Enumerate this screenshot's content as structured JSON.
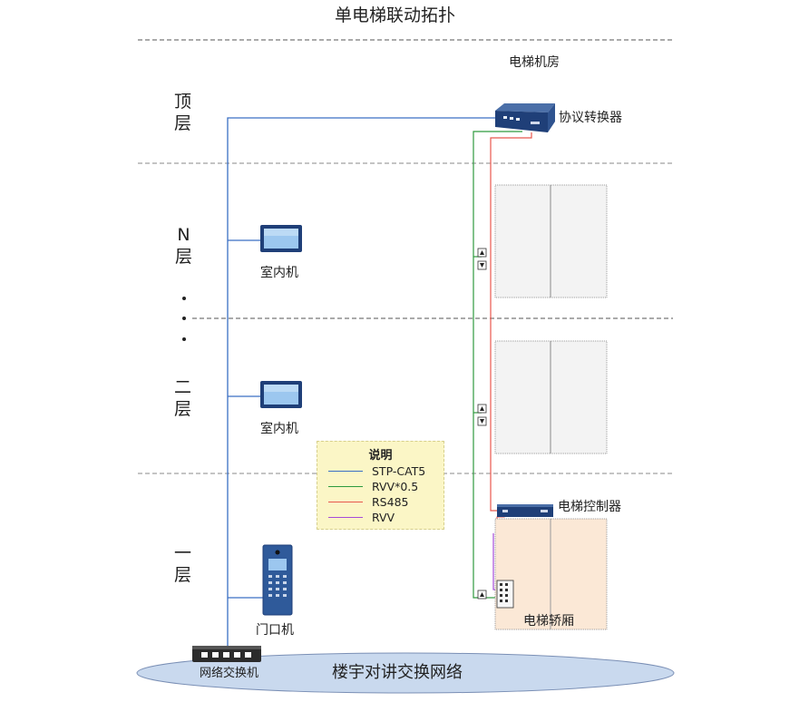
{
  "title": "单电梯联动拓扑",
  "floors": {
    "top": "顶\n层",
    "n": "N\n层",
    "second": "二\n层",
    "first": "一\n层"
  },
  "rooms": {
    "machine_room": "电梯机房"
  },
  "devices": {
    "protocol_converter": "协议转换器",
    "indoor_unit_n": "室内机",
    "indoor_unit_2": "室内机",
    "door_station": "门口机",
    "elevator_controller": "电梯控制器",
    "elevator_car": "电梯轿厢",
    "network_switch": "网络交换机"
  },
  "network": {
    "label": "楼宇对讲交换网络"
  },
  "legend": {
    "title": "说明",
    "items": [
      {
        "name": "STP-CAT5",
        "color": "#3a6fc4"
      },
      {
        "name": "RVV*0.5",
        "color": "#2e9a3e"
      },
      {
        "name": "RS485",
        "color": "#e8584e"
      },
      {
        "name": "RVV",
        "color": "#a64cd9"
      }
    ]
  },
  "colors": {
    "cat5": "#3a6fc4",
    "rvv05": "#2e9a3e",
    "rs485": "#e8584e",
    "rvv": "#a64cd9",
    "cloud": "#c9d9ee",
    "car": "#fbe8d6"
  }
}
